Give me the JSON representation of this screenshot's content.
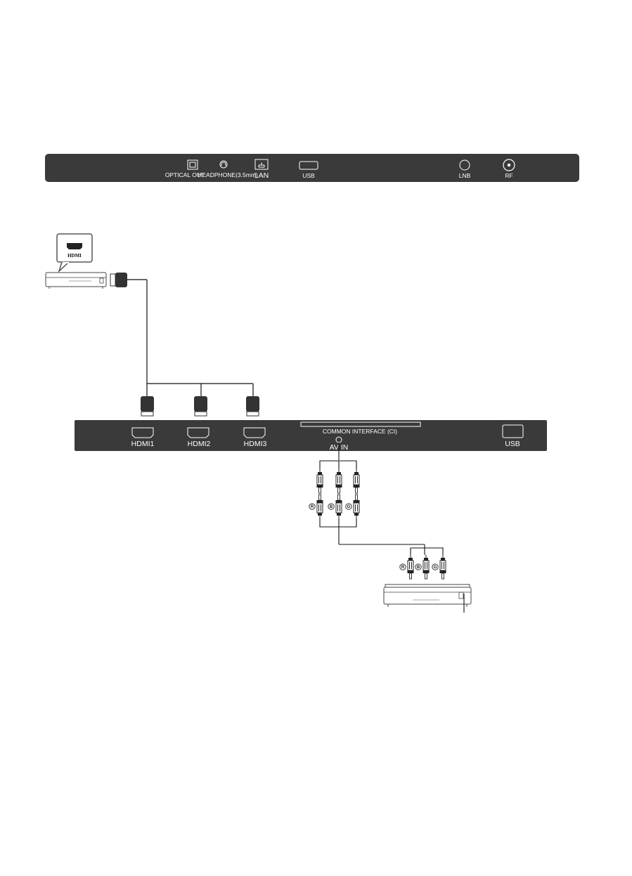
{
  "top_panel": {
    "optical_out": "OPTICAL OUT",
    "headphone": "HEADPHONE(3.5mm)",
    "lan": "LAN",
    "usb": "USB",
    "lnb": "LNB",
    "rf": "RF"
  },
  "bottom_panel": {
    "hdmi1": "HDMI1",
    "hdmi2": "HDMI2",
    "hdmi3": "HDMI3",
    "ci": "COMMON INTERFACE (CI)",
    "av_in": "AV IN",
    "usb": "USB"
  },
  "device": {
    "hdmi_callout": "HDMI"
  },
  "rca": {
    "left_letters": [
      "R",
      "B",
      "G"
    ],
    "right_letters": [
      "R",
      "B",
      "G"
    ]
  }
}
